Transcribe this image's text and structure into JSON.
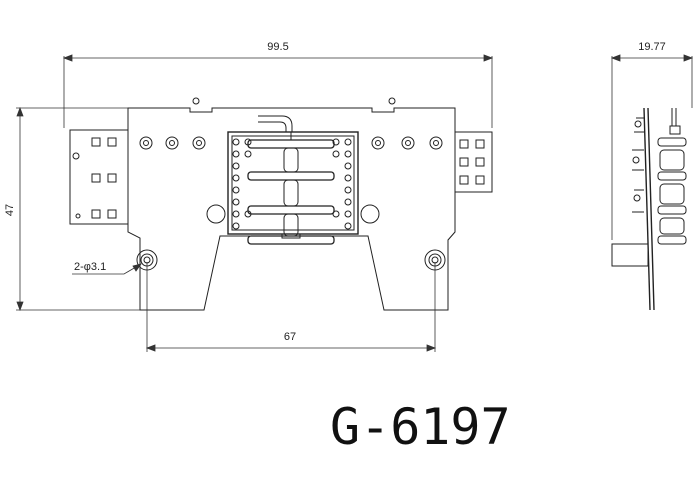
{
  "drawing": {
    "dimensions": {
      "overall_width": "99.5",
      "side_depth": "19.77",
      "overall_height": "47",
      "hole_spacing": "67",
      "hole_callout": "2-φ3.1"
    },
    "part_number": "G-6197"
  }
}
